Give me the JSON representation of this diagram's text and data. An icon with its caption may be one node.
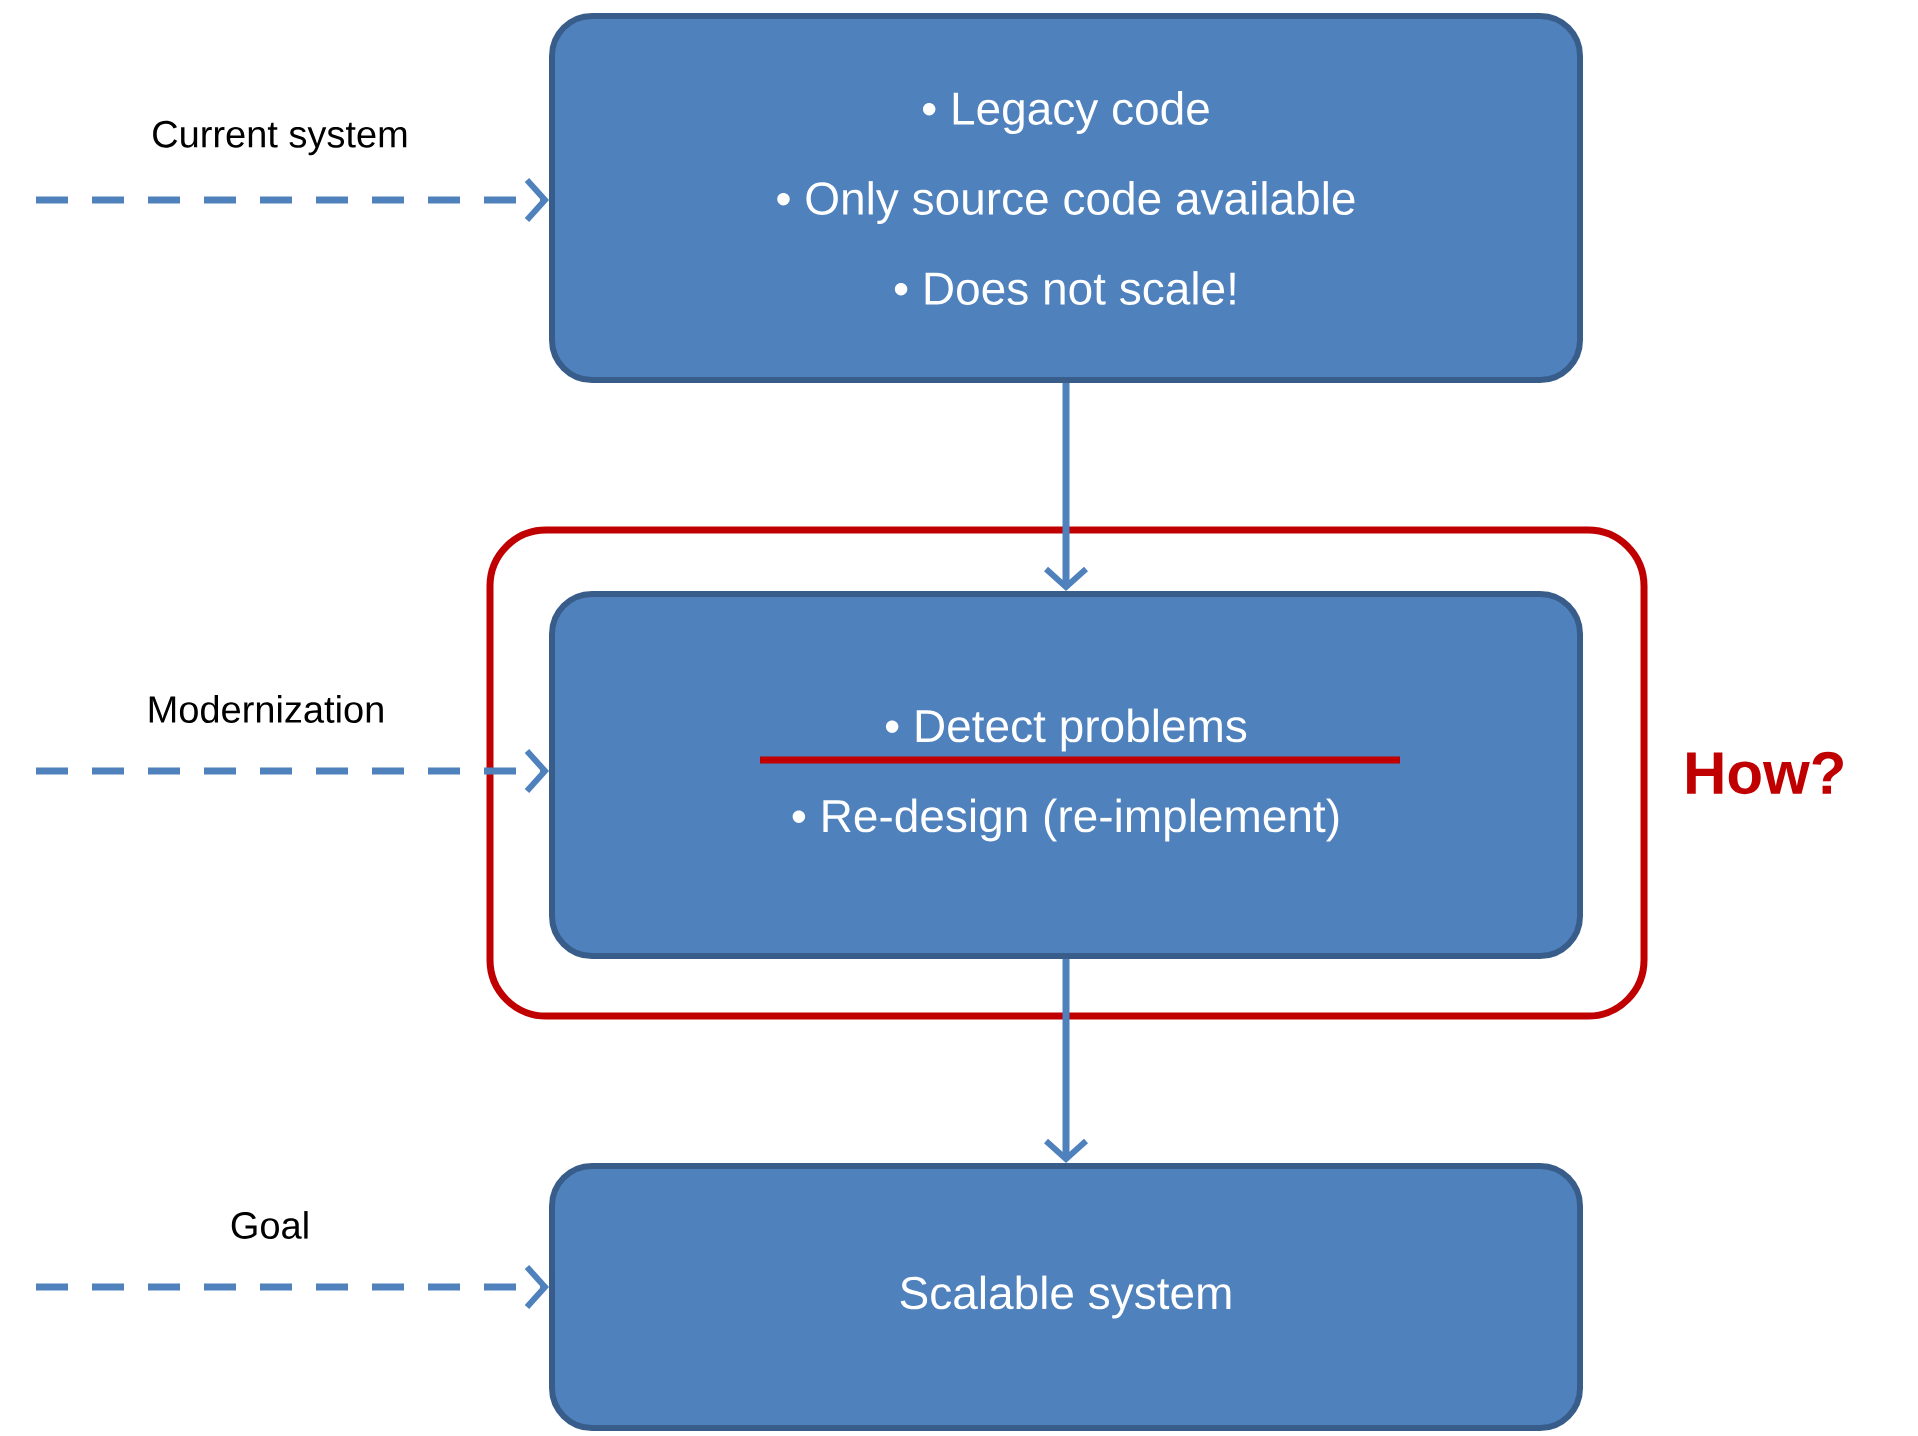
{
  "diagram": {
    "nodes": [
      {
        "text": [
          "• Legacy code",
          "• Only source code available",
          "• Does not scale!"
        ]
      },
      {
        "text": [],
        "shape": "box",
        "beside": [
          "How?"
        ]
      },
      {
        "text": [
          "• Detect problems",
          "• Re-design (re-implement)"
        ],
        "in": 1
      },
      {
        "text": [
          "Scalable system"
        ]
      }
    ],
    "edges": [
      {
        "from": null,
        "to": 0,
        "arrow": "to",
        "style": "dashed",
        "label": "Current system"
      },
      {
        "from": null,
        "to": 2,
        "arrow": "to",
        "style": "dashed",
        "label": "Modernization"
      },
      {
        "from": null,
        "to": 3,
        "arrow": "to",
        "style": "dashed",
        "label": "Goal"
      },
      {
        "from": 0,
        "to": 2,
        "arrow": "to"
      },
      {
        "from": 2,
        "to": 3,
        "arrow": "to"
      }
    ]
  }
}
